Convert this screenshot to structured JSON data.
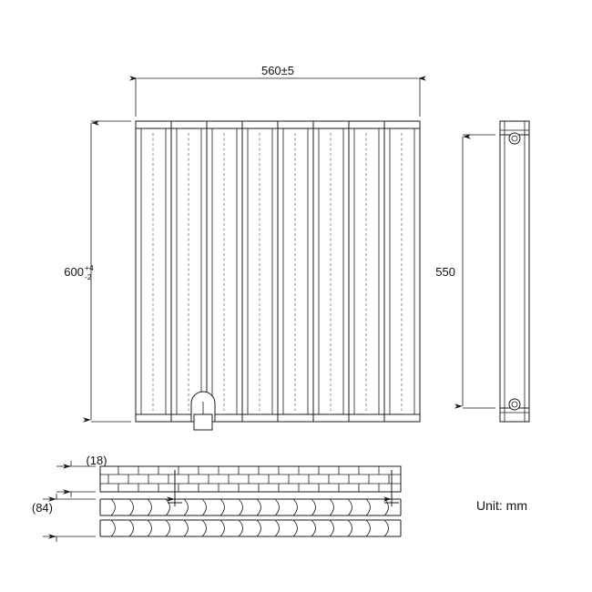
{
  "drawing": {
    "title": "radiator-dimension-drawing",
    "unit_label": "Unit: mm",
    "dimensions": {
      "width": "560±5",
      "height_base": "600",
      "height_plus": "+4",
      "height_minus": "-2",
      "side_height": "550",
      "depth_small": "(18)",
      "depth_large": "(84)"
    },
    "views": {
      "front": "front-view",
      "side": "side-view",
      "top": "top-view"
    },
    "panels": {
      "count": 8,
      "fin_rows": 9
    },
    "colors": {
      "line": "#1a1a1a",
      "background": "#ffffff",
      "text": "#111111"
    }
  }
}
